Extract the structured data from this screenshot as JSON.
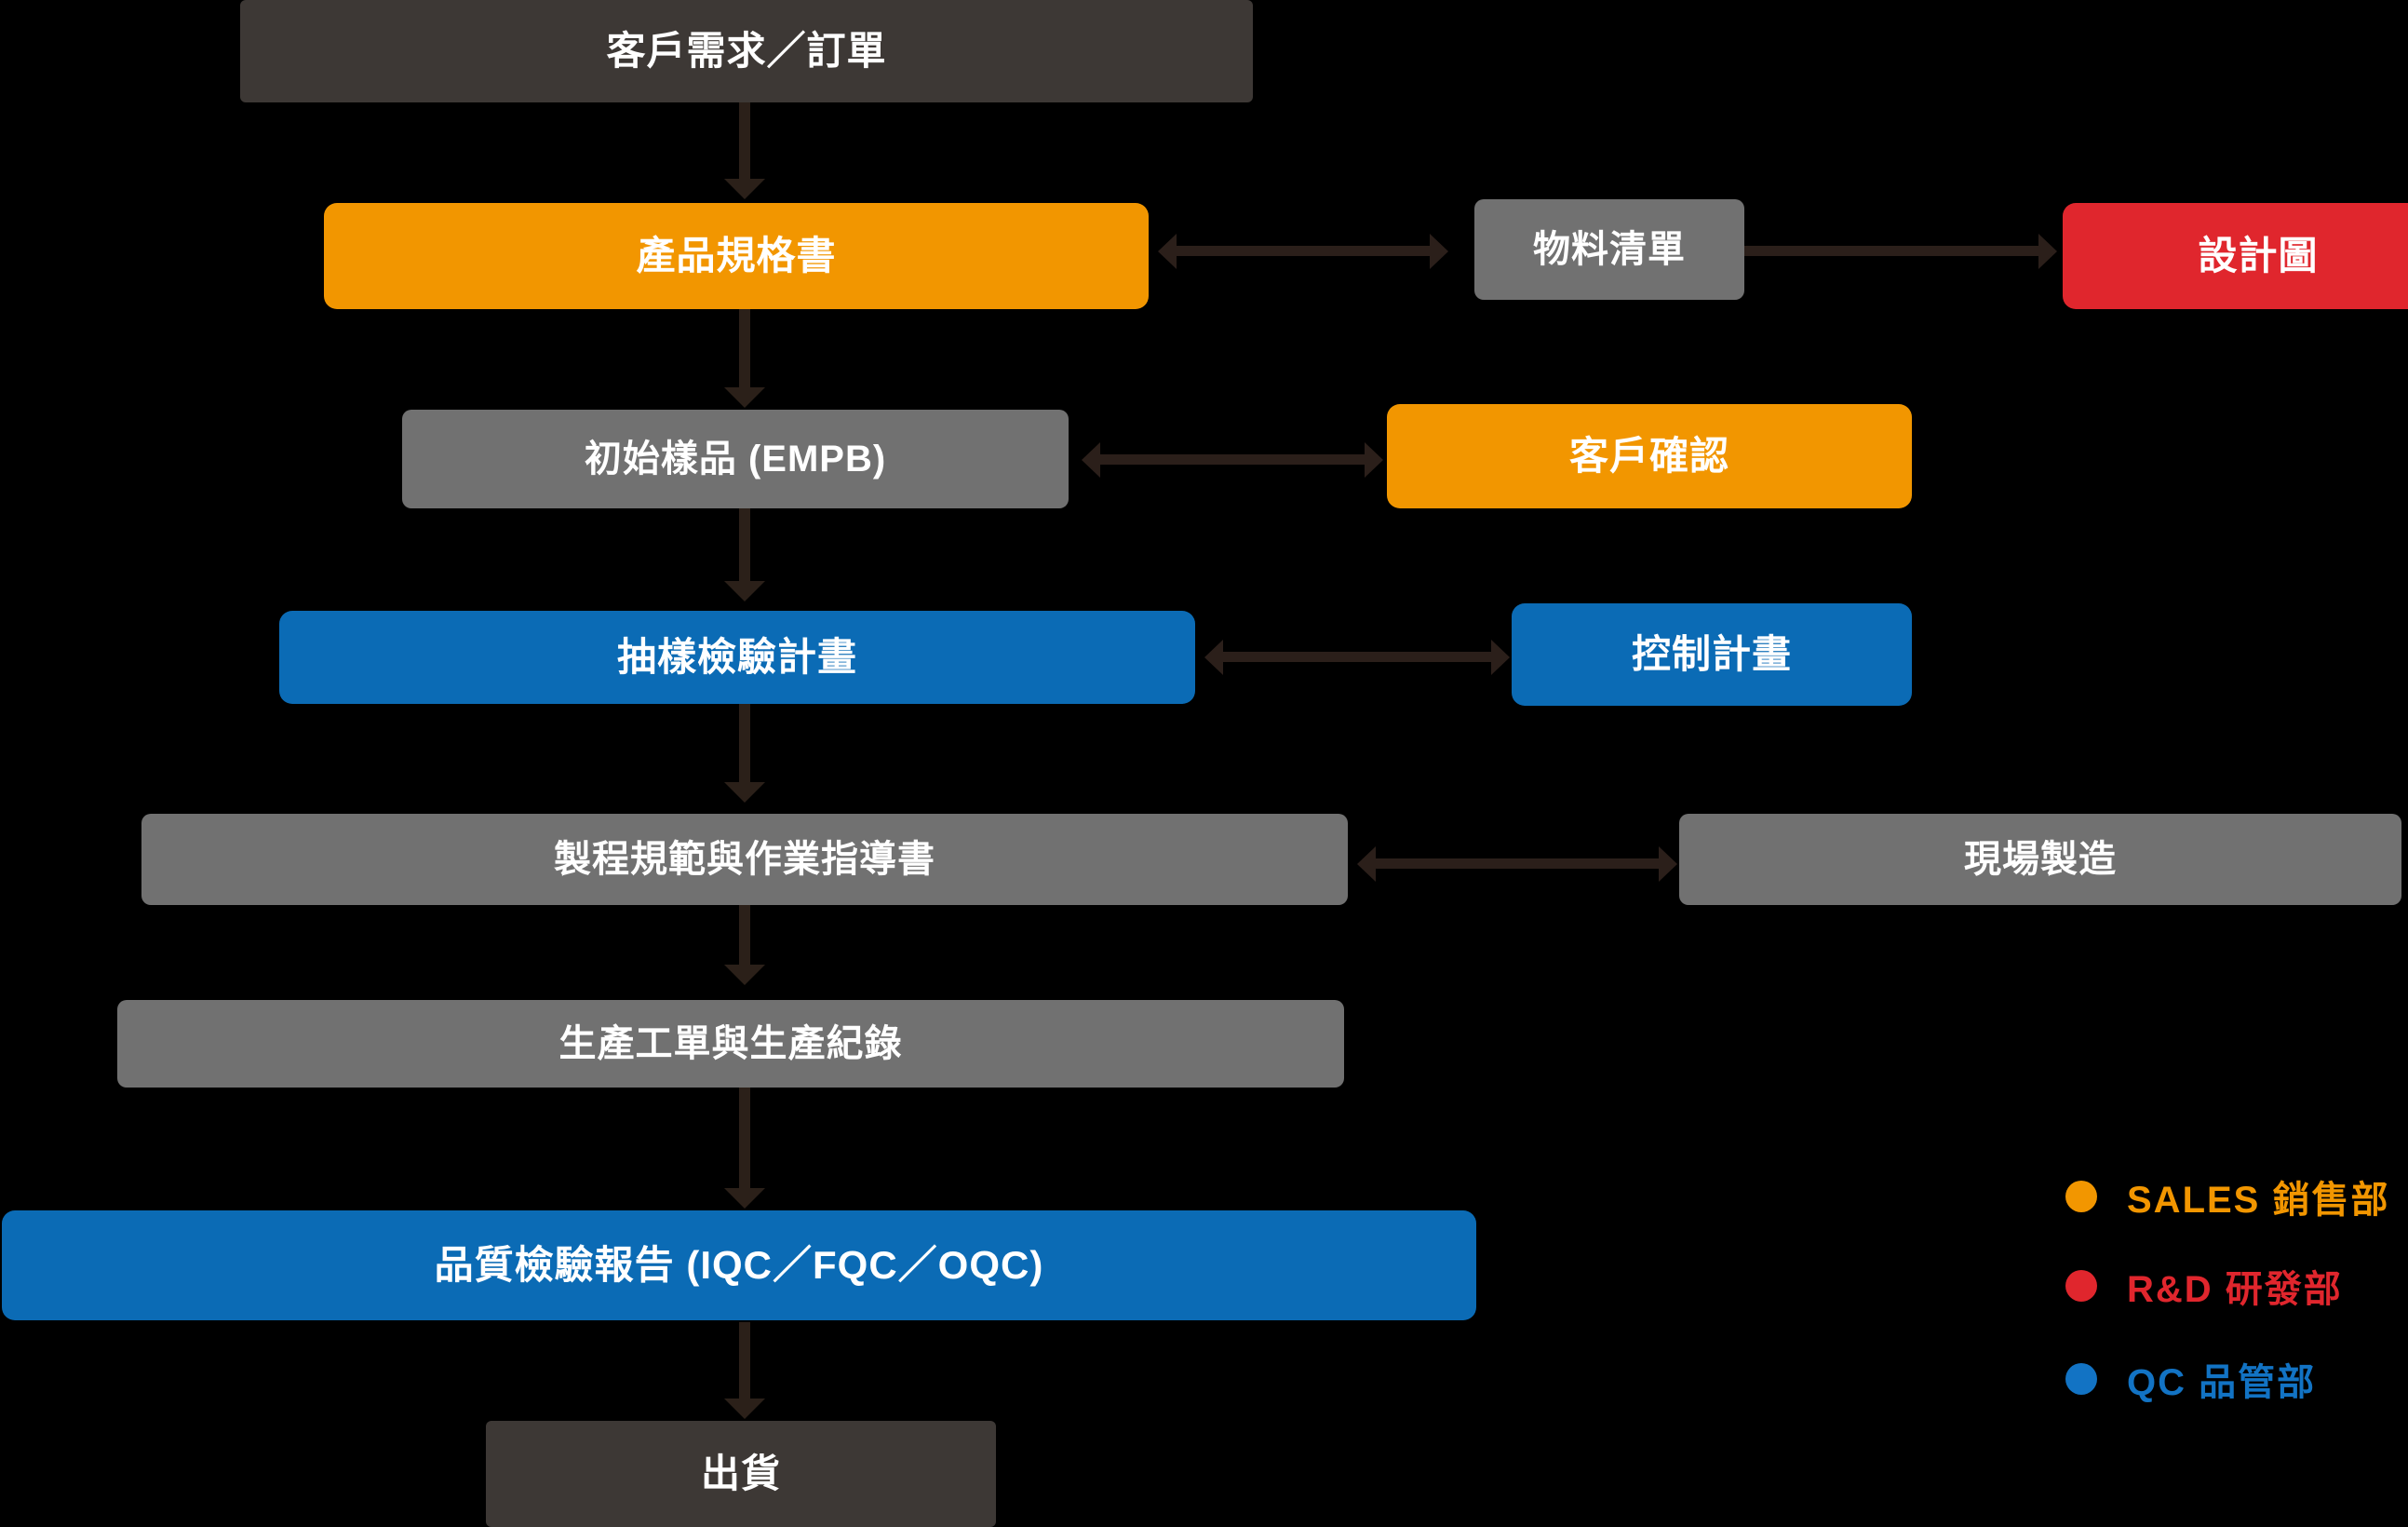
{
  "diagram": {
    "title_chain": "Quality document flow",
    "nodes": [
      {
        "id": "customer-order",
        "label": "客戶需求／訂單",
        "style": "darkgray"
      },
      {
        "id": "product-spec",
        "label": "產品規格書",
        "style": "orange"
      },
      {
        "id": "bom",
        "label": "物料清單",
        "style": "gray"
      },
      {
        "id": "design-drawing",
        "label": "設計圖",
        "style": "red"
      },
      {
        "id": "initial-sample",
        "label": "初始樣品 (EMPB)",
        "style": "gray"
      },
      {
        "id": "customer-approval",
        "label": "客戶確認",
        "style": "orange"
      },
      {
        "id": "sampling-plan",
        "label": "抽樣檢驗計畫",
        "style": "blue"
      },
      {
        "id": "control-plan",
        "label": "控制計畫",
        "style": "blue"
      },
      {
        "id": "process-spec",
        "label": "製程規範與作業指導書",
        "style": "gray"
      },
      {
        "id": "shop-floor",
        "label": "現場製造",
        "style": "gray"
      },
      {
        "id": "work-order",
        "label": "生產工單與生產紀錄",
        "style": "gray"
      },
      {
        "id": "quality-report",
        "label": "品質檢驗報告 (IQC／FQC／OQC)",
        "style": "blue"
      },
      {
        "id": "shipment",
        "label": "出貨",
        "style": "darkgray"
      }
    ]
  },
  "legend": {
    "items": [
      {
        "code": "SALES",
        "name": "銷售部",
        "label": "SALES  銷售部",
        "color": "#F29600"
      },
      {
        "code": "R&D",
        "name": "研發部",
        "label": "R&D  研發部",
        "color": "#E0262D"
      },
      {
        "code": "QC",
        "name": "品管部",
        "label": "QC  品管部",
        "color": "#1273C4"
      }
    ]
  },
  "colors": {
    "background": "#000000",
    "gray": "#717171",
    "dark_gray": "#3D3835",
    "orange": "#F29600",
    "blue": "#0B6BB5",
    "red": "#E0262D",
    "connector": "#2B2019"
  }
}
